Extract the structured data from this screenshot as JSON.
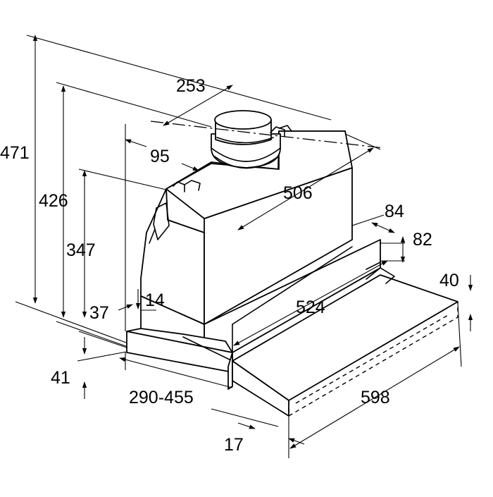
{
  "diagram": {
    "accent": "#000000",
    "dimensions": {
      "d471": "471",
      "d426": "426",
      "d347": "347",
      "d253": "253",
      "d95": "95",
      "d506": "506",
      "d84": "84",
      "d82": "82",
      "d40": "40",
      "d14": "14",
      "d37": "37",
      "d524": "524",
      "d41": "41",
      "d290": "290-455",
      "d598": "598",
      "d17": "17"
    }
  }
}
